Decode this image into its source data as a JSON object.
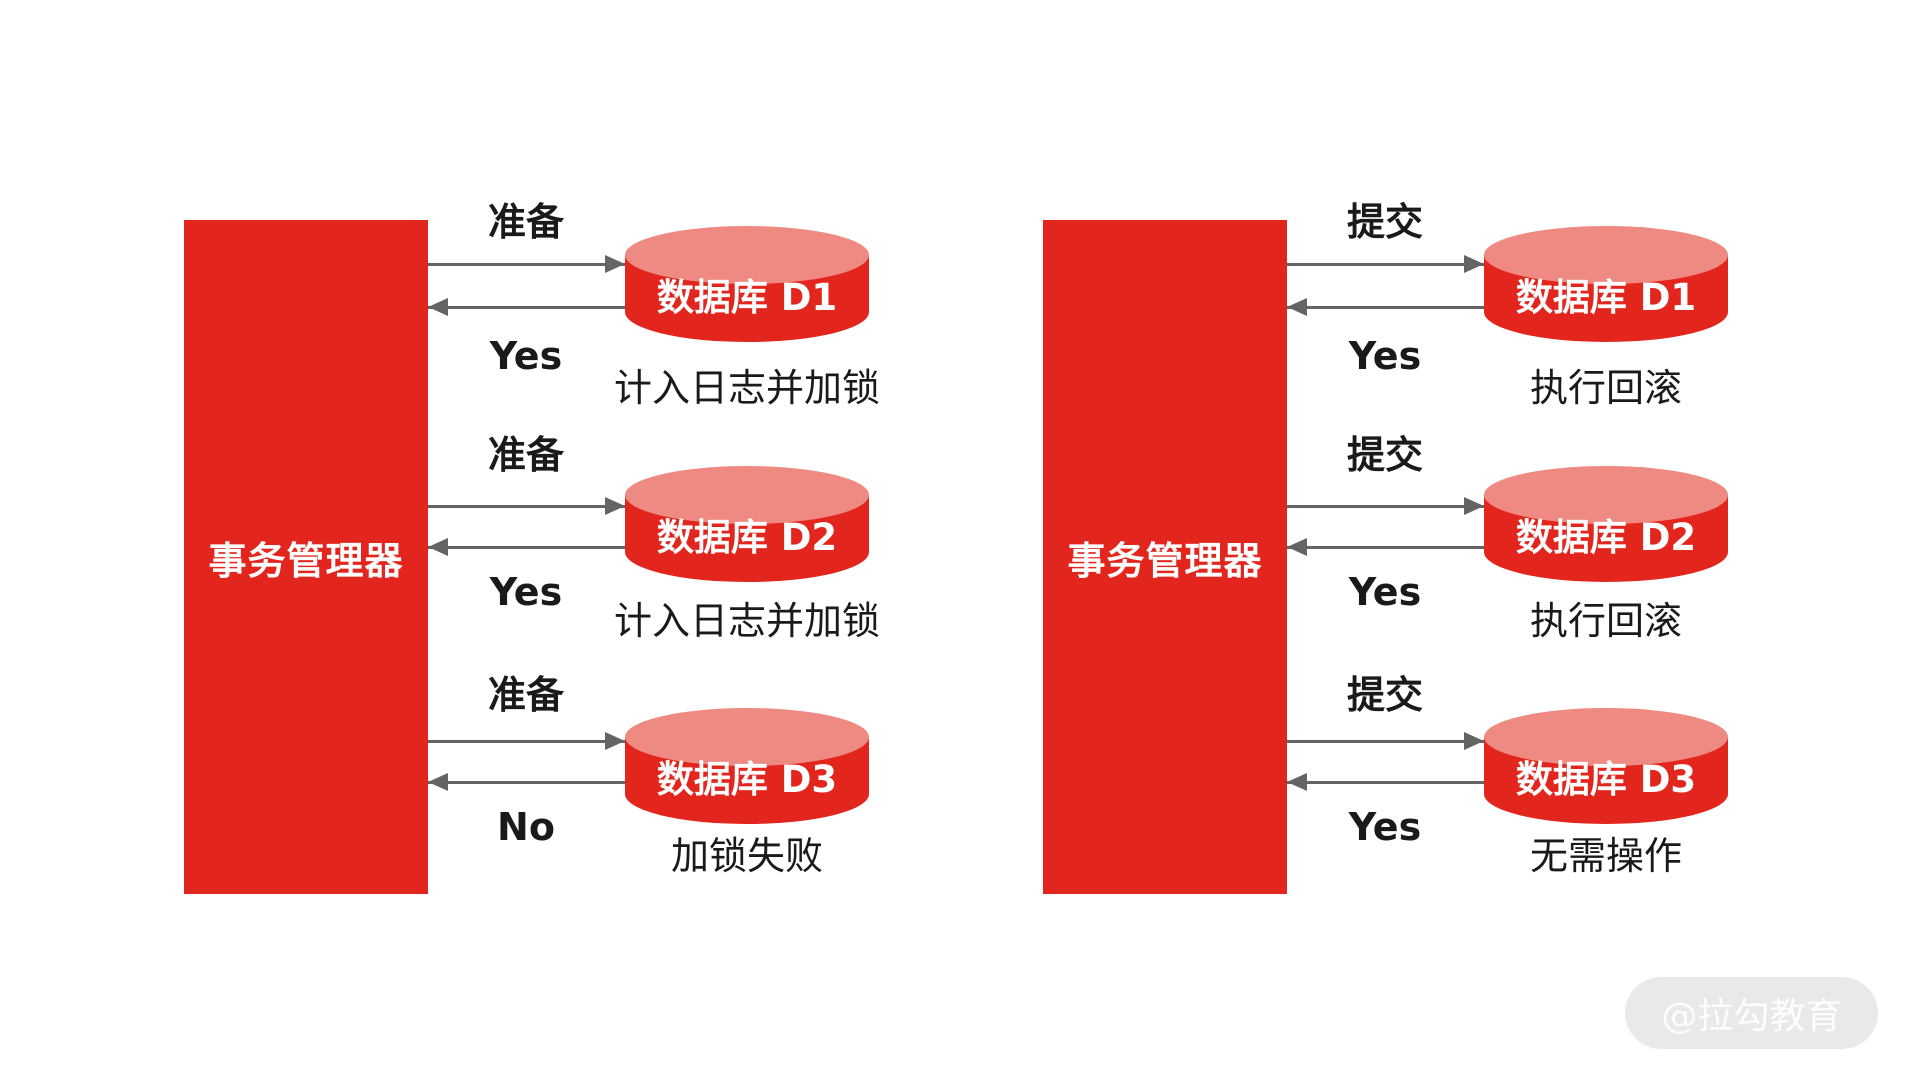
{
  "colors": {
    "red": "#e2251d",
    "cyl-top": "#ee8a82",
    "arrow": "#646464",
    "ink": "#1a1a1a",
    "wm-bg": "#e9e9e9",
    "wm-ink": "#fdfdfd"
  },
  "left": {
    "manager": "事务管理器",
    "rows": [
      {
        "request": "准备",
        "response": "Yes",
        "database": "数据库 D1",
        "caption": "计入日志并加锁"
      },
      {
        "request": "准备",
        "response": "Yes",
        "database": "数据库 D2",
        "caption": "计入日志并加锁"
      },
      {
        "request": "准备",
        "response": "No",
        "database": "数据库 D3",
        "caption": "加锁失败"
      }
    ]
  },
  "right": {
    "manager": "事务管理器",
    "rows": [
      {
        "request": "提交",
        "response": "Yes",
        "database": "数据库 D1",
        "caption": "执行回滚"
      },
      {
        "request": "提交",
        "response": "Yes",
        "database": "数据库 D2",
        "caption": "执行回滚"
      },
      {
        "request": "提交",
        "response": "Yes",
        "database": "数据库 D3",
        "caption": "无需操作"
      }
    ]
  },
  "watermark": {
    "label": "@拉勾教育"
  }
}
